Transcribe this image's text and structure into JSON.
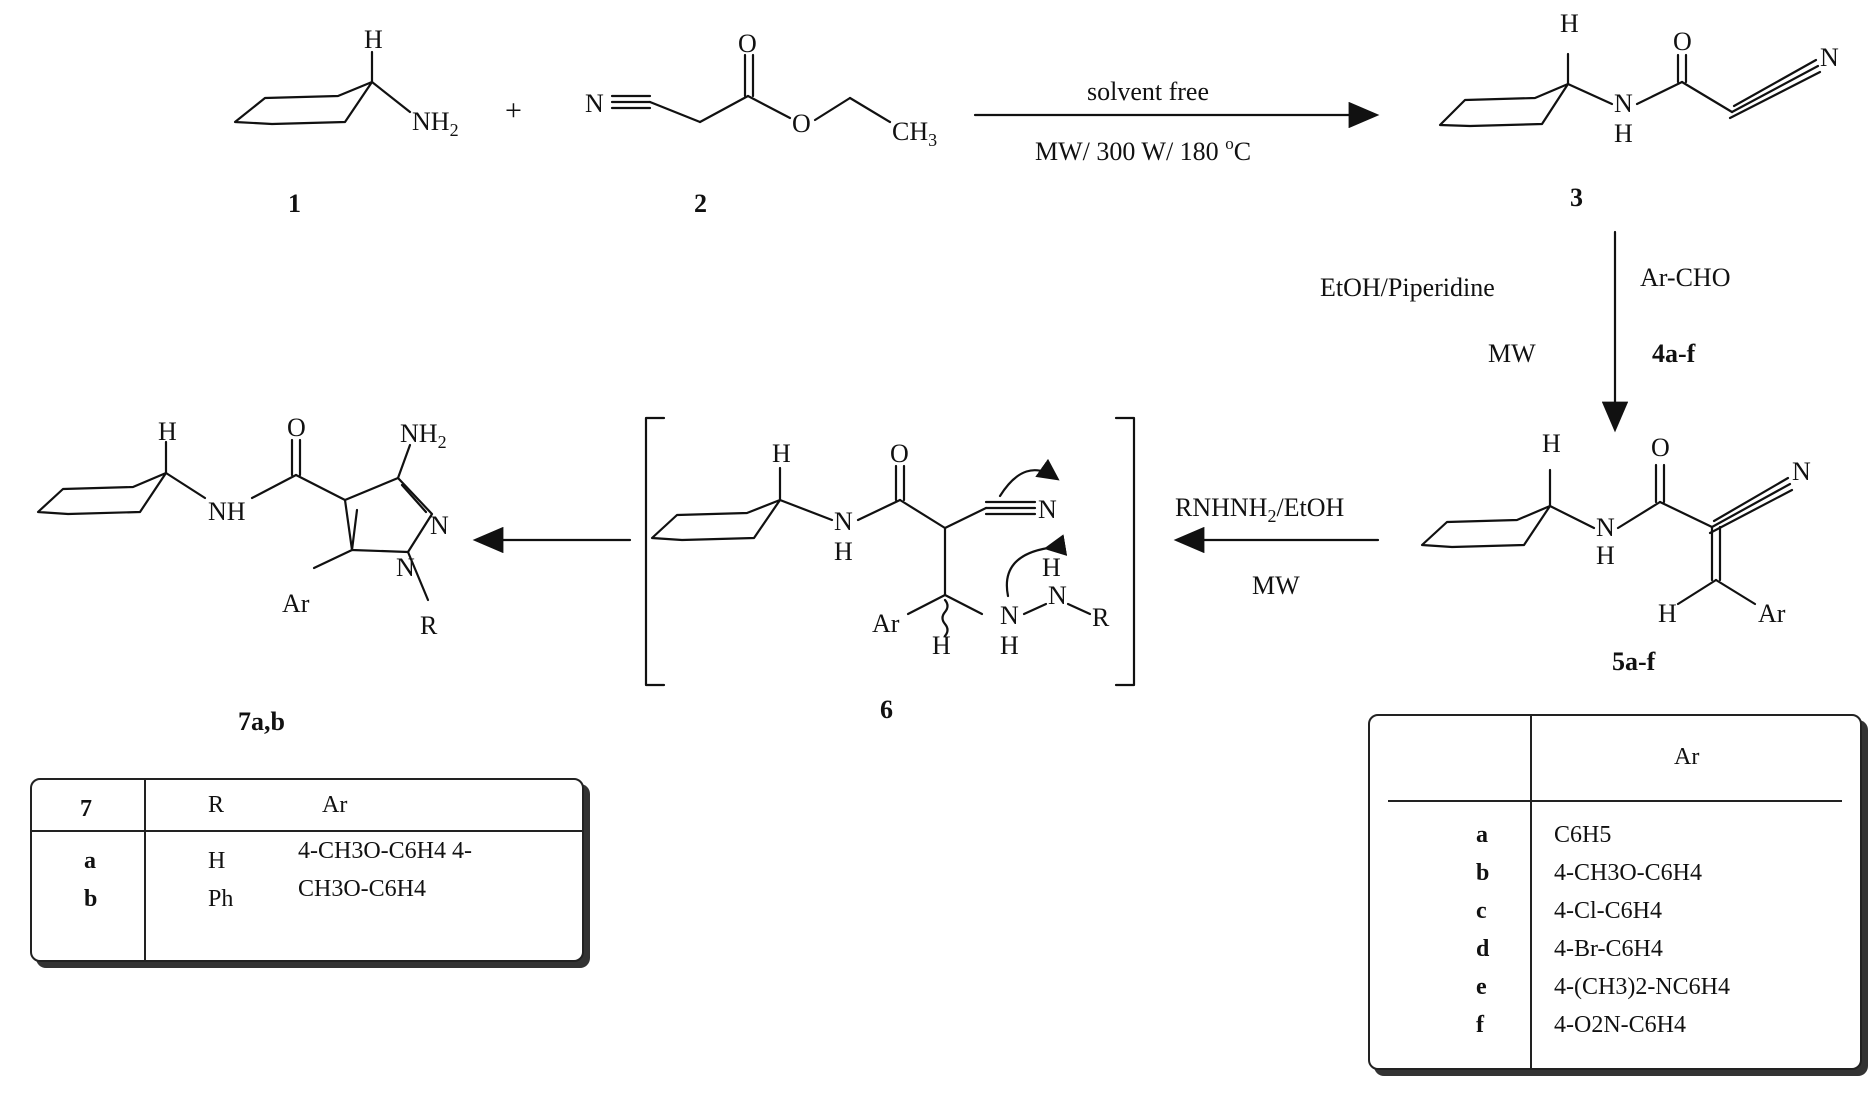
{
  "compounds": {
    "c1": "1",
    "c2": "2",
    "c3": "3",
    "c4": "4a-f",
    "c5": "5a-f",
    "c6": "6",
    "c7": "7a,b"
  },
  "atoms": {
    "H": "H",
    "NH2": "NH",
    "NH2_sub": "2",
    "N": "N",
    "O": "O",
    "CH3": "CH",
    "CH3_sub": "3",
    "NH": "NH",
    "Ar": "Ar",
    "R": "R",
    "plus": "+"
  },
  "conditions": {
    "step1_top": "solvent free",
    "step1_bottom_a": "MW/ 300 W/ 180 ",
    "step1_bottom_sup": "o",
    "step1_bottom_b": "C",
    "step2_left_top": "EtOH/Piperidine",
    "step2_left_bottom": "MW",
    "step2_right": "Ar-CHO",
    "step3_top_a": "RNHNH",
    "step3_top_sub": "2",
    "step3_top_b": "/EtOH",
    "step3_bottom": "MW"
  },
  "table_7": {
    "header": {
      "id": "7",
      "r": "R",
      "ar": "Ar"
    },
    "rows": [
      {
        "id": "a",
        "r": "H",
        "ar": "4-CH3O-C6H4  4-"
      },
      {
        "id": "b",
        "r": "Ph",
        "ar": "CH3O-C6H4"
      }
    ]
  },
  "table_5": {
    "header": {
      "ar": "Ar"
    },
    "rows": [
      {
        "id": "a",
        "ar": "C6H5"
      },
      {
        "id": "b",
        "ar": "4-CH3O-C6H4"
      },
      {
        "id": "c",
        "ar": "4-Cl-C6H4"
      },
      {
        "id": "d",
        "ar": "4-Br-C6H4"
      },
      {
        "id": "e",
        "ar": "4-(CH3)2-NC6H4"
      },
      {
        "id": "f",
        "ar": "4-O2N-C6H4"
      }
    ]
  }
}
